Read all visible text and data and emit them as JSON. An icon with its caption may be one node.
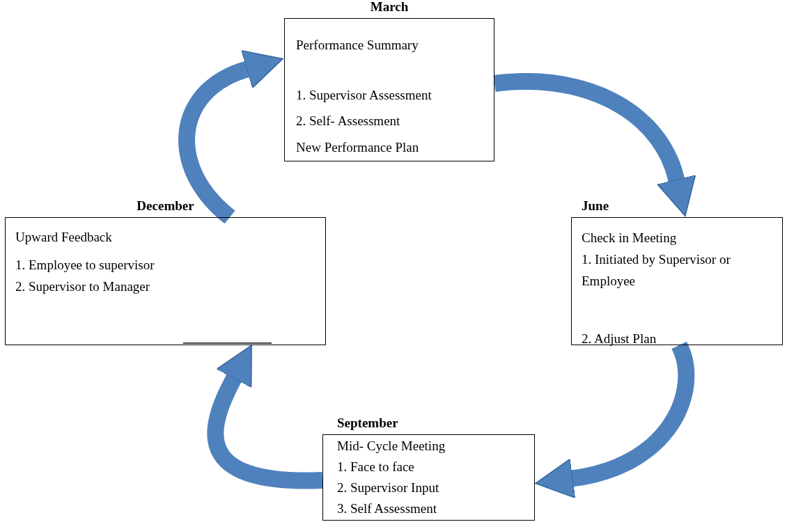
{
  "diagram": {
    "nodes": [
      {
        "text": [
          "March",
          "Performance Summary",
          "1. Supervisor Assessment",
          "2. Self- Assessment",
          "New Performance Plan"
        ]
      },
      {
        "text": [
          "June",
          "Check in Meeting",
          "1. Initiated by Supervisor or Employee",
          "2. Adjust Plan"
        ]
      },
      {
        "text": [
          "September",
          "Mid- Cycle Meeting",
          "1. Face to face",
          "2. Supervisor Input",
          "3. Self Assessment"
        ]
      },
      {
        "text": [
          "December",
          "Upward Feedback",
          "1. Employee to supervisor",
          "2. Supervisor to Manager"
        ]
      }
    ],
    "edges": [
      {
        "from": 0,
        "to": 1,
        "arrow": "to"
      },
      {
        "from": 1,
        "to": 2,
        "arrow": "to"
      },
      {
        "from": 2,
        "to": 3,
        "arrow": "to"
      },
      {
        "from": 3,
        "to": 0,
        "arrow": "to"
      }
    ]
  }
}
